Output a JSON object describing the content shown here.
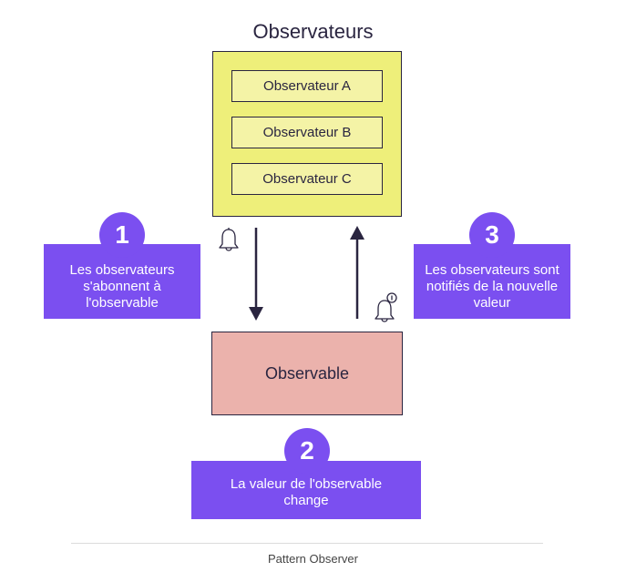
{
  "diagram": {
    "observers_title": "Observateurs",
    "observers": [
      "Observateur A",
      "Observateur B",
      "Observateur C"
    ],
    "observable_label": "Observable",
    "steps": [
      {
        "number": "1",
        "text": "Les observateurs s'abonnent à l'observable"
      },
      {
        "number": "2",
        "text": "La valeur de l'observable change"
      },
      {
        "number": "3",
        "text": "Les observateurs sont notifiés de la nouvelle valeur"
      }
    ],
    "icons": {
      "subscribe": "bell-icon",
      "notify": "bell-notification-icon"
    },
    "colors": {
      "observers_fill": "#eeef7a",
      "observer_item_fill": "#f4f3a6",
      "observable_fill": "#ebb2ac",
      "accent": "#7b4ff0",
      "stroke": "#2a2540"
    }
  },
  "caption": "Pattern Observer"
}
